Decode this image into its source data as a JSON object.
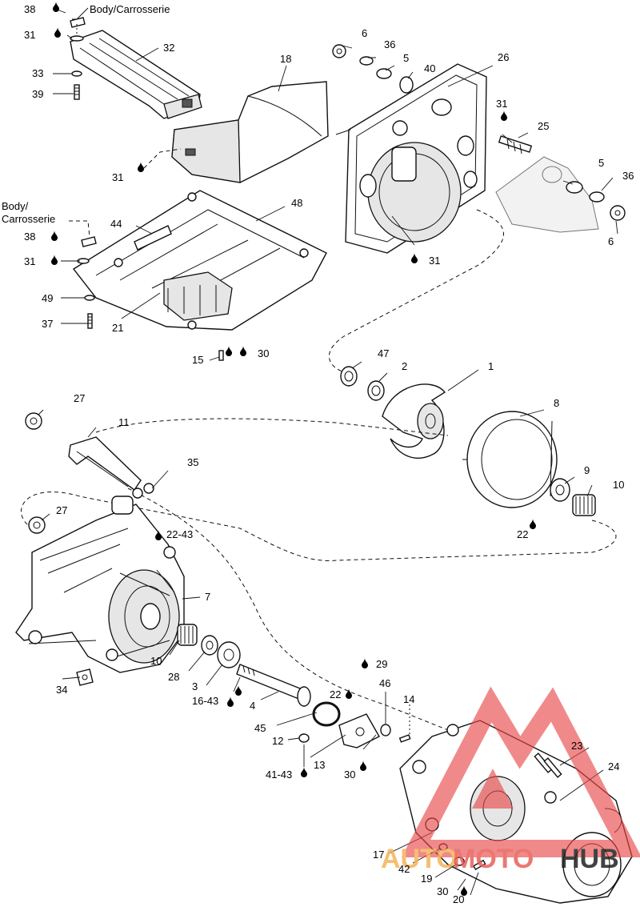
{
  "annotations": {
    "body_top": "Body/Carrosserie",
    "body_left_1": "Body/",
    "body_left_2": "Carrosserie"
  },
  "callouts": {
    "c38a": "38",
    "c31a": "31",
    "c33": "33",
    "c39": "39",
    "c32": "32",
    "c18": "18",
    "c31b": "31",
    "c38b": "38",
    "c31c": "31",
    "c44": "44",
    "c48": "48",
    "c49": "49",
    "c37": "37",
    "c21": "21",
    "c15": "15",
    "c30a": "30",
    "c6a": "6",
    "c36a": "36",
    "c5a": "5",
    "c40": "40",
    "c26": "26",
    "c31d": "31",
    "c25": "25",
    "c5b": "5",
    "c36b": "36",
    "c6b": "6",
    "c31e": "31",
    "c47": "47",
    "c2": "2",
    "c1": "1",
    "c8": "8",
    "c9": "9",
    "c10a": "10",
    "c22a": "22",
    "c27a": "27",
    "c11": "11",
    "c35": "35",
    "c27b": "27",
    "c2243": "22-43",
    "c7": "7",
    "c10b": "10",
    "c28": "28",
    "c3": "3",
    "c1643": "16-43",
    "c34": "34",
    "c4": "4",
    "c45": "45",
    "c12": "12",
    "c4143": "41-43",
    "c13": "13",
    "c22b": "22",
    "c29": "29",
    "c46": "46",
    "c14": "14",
    "c30b": "30",
    "c23": "23",
    "c24": "24",
    "c17": "17",
    "c42": "42",
    "c19": "19",
    "c30c": "30",
    "c20": "20"
  },
  "watermark": {
    "part1": "AUTO",
    "part2": "MOTO",
    "part3": "HUB",
    "colors": {
      "auto": "#f5b35a",
      "moto": "#e8605a",
      "hub": "#222222",
      "triangle": "#e84848"
    }
  }
}
